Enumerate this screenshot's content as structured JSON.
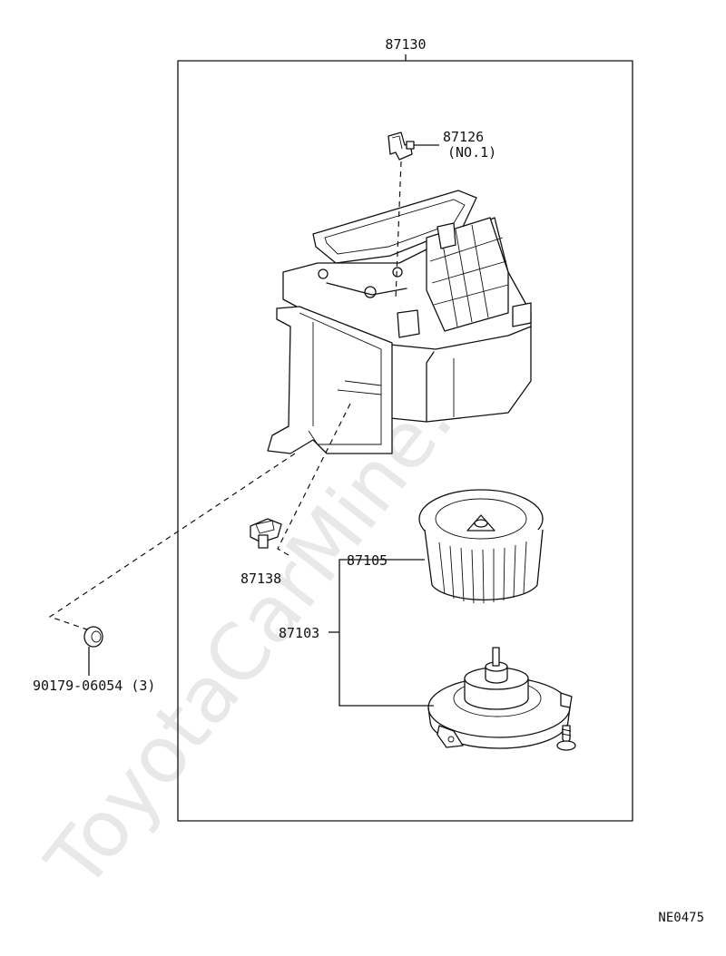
{
  "watermark": "ToyotaCarMine.ru",
  "diagram_code": "NE0475",
  "parts": {
    "assembly": "87130",
    "damper": "87126",
    "damper_note": "(NO.1)",
    "clip": "87138",
    "fan": "87105",
    "motor": "87103",
    "nut": "90179-06054 (3)"
  }
}
